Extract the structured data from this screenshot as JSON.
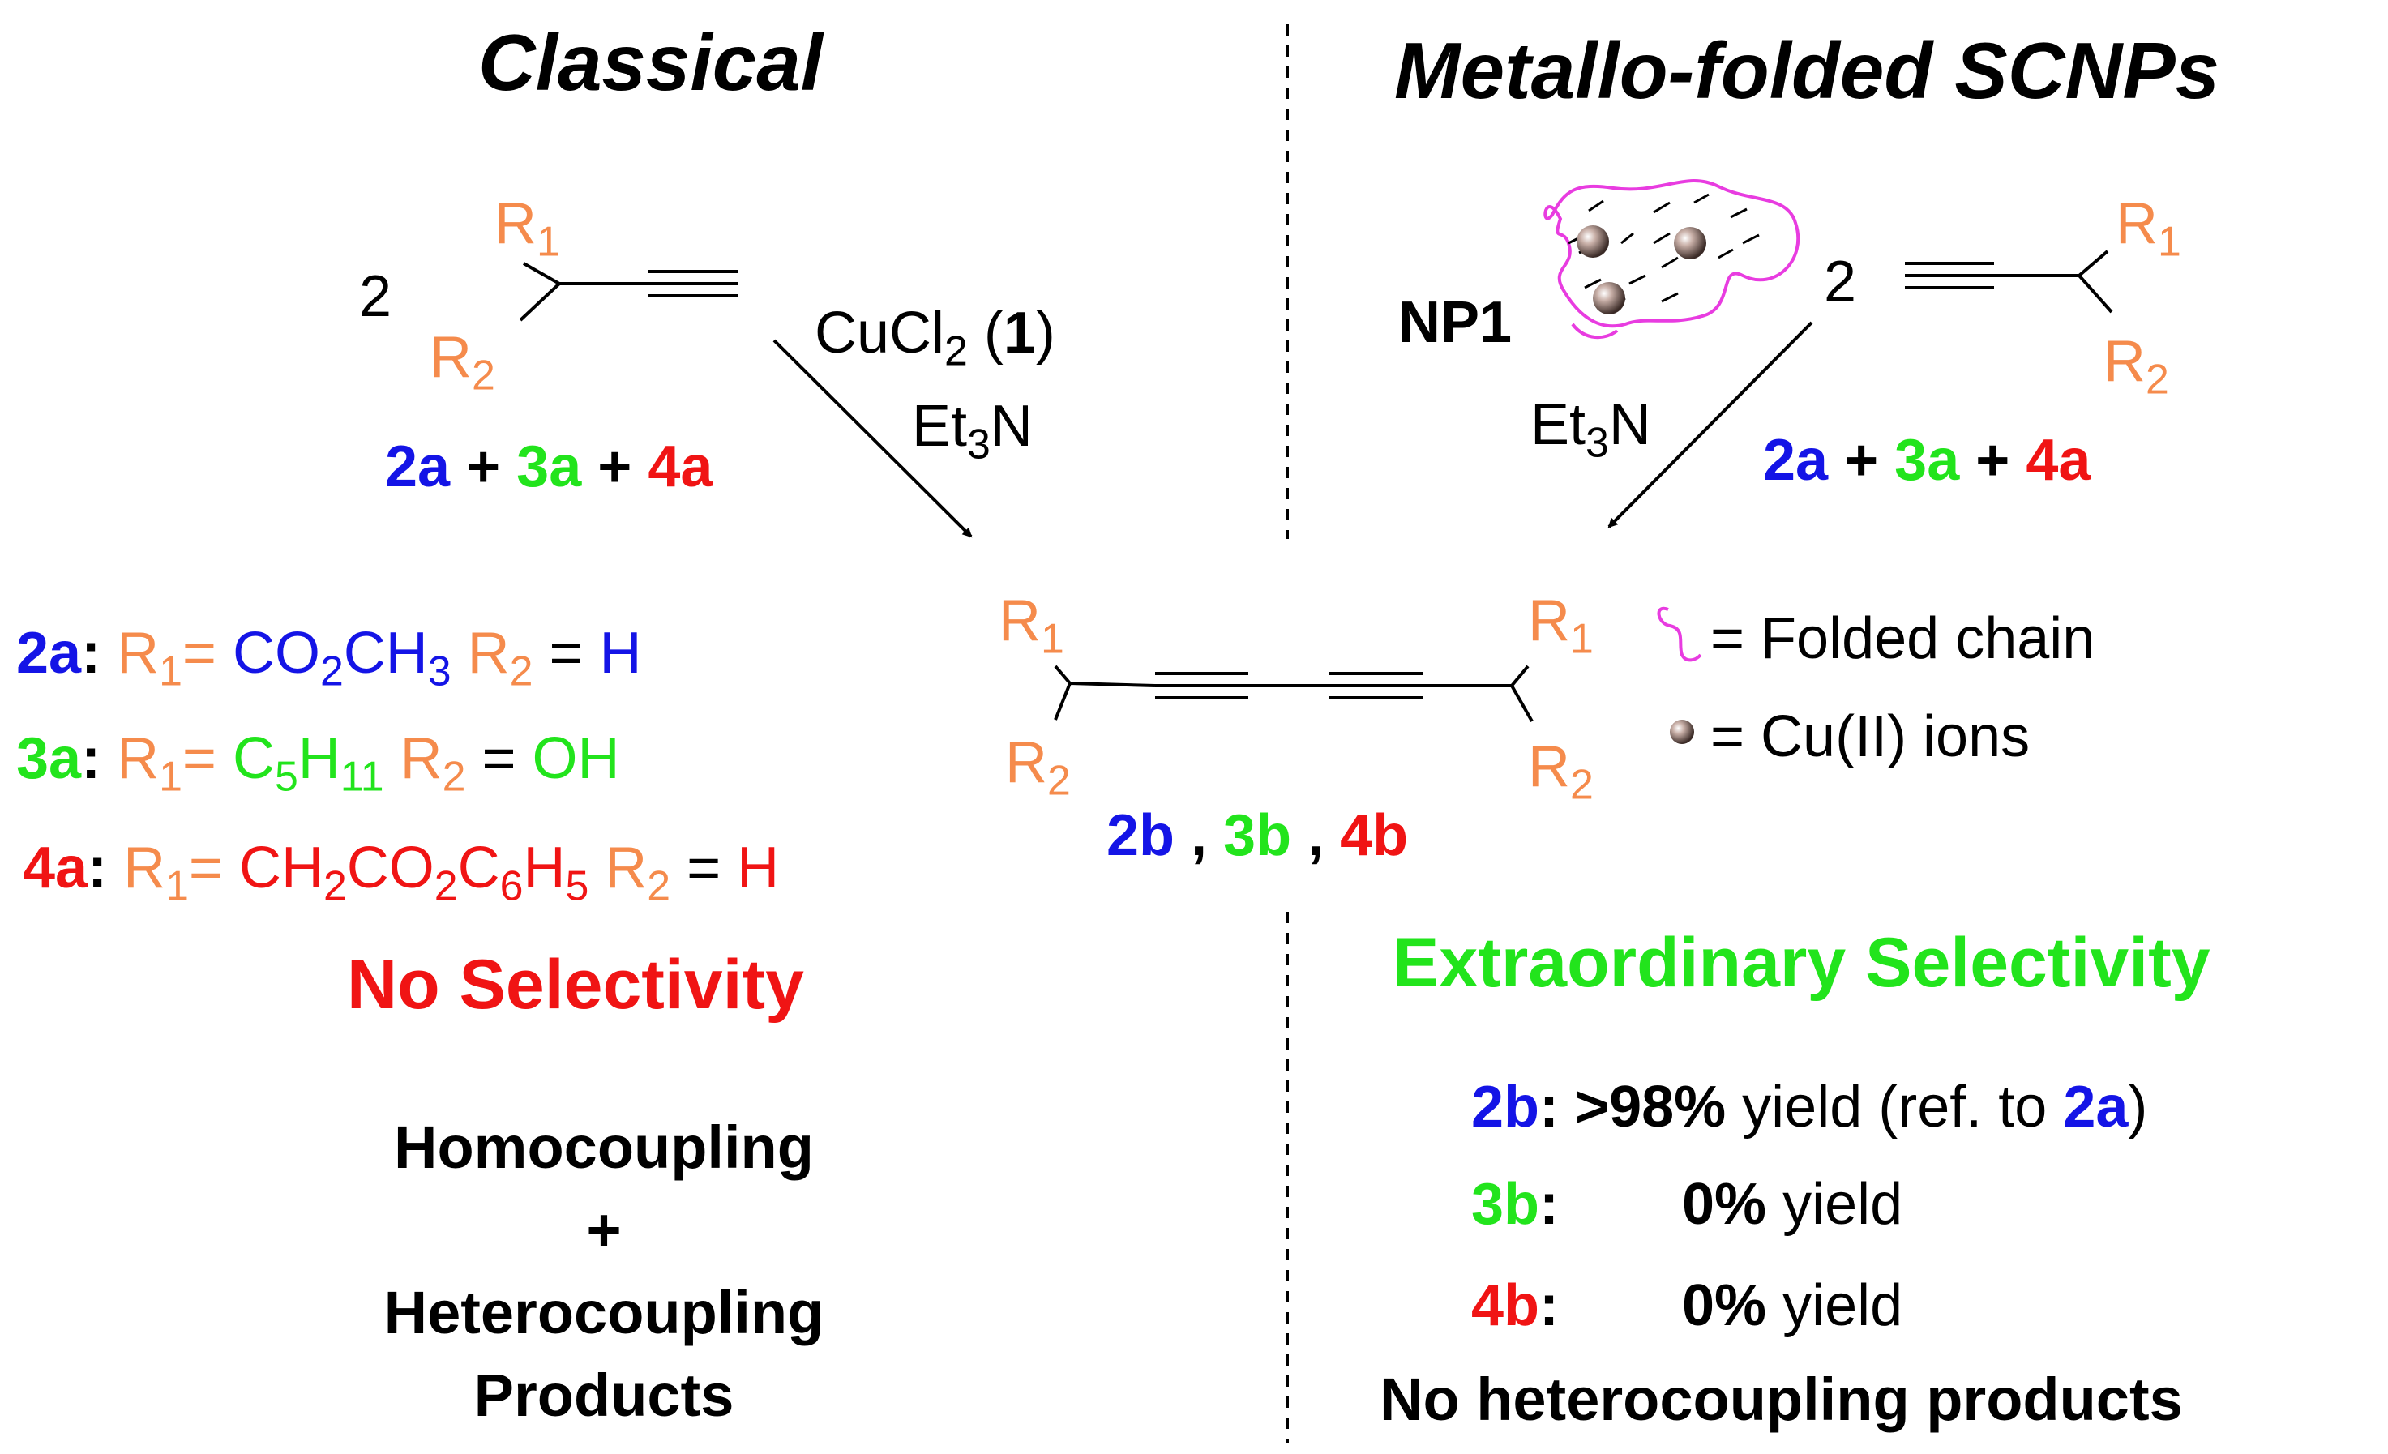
{
  "colors": {
    "substituent": "#F58B4C",
    "compound_2": "#1414E6",
    "compound_3": "#22E41C",
    "compound_4": "#F01414",
    "folded_chain": "#E83CE0",
    "cu_ion": "#7A5A50"
  },
  "left": {
    "title": "Classical",
    "coefficient": "2",
    "r1": "R",
    "r1_sub": "1",
    "r2": "R",
    "r2_sub": "2",
    "reagent_main": "CuCl",
    "reagent_sub": "2",
    "reagent_paren_open": " (",
    "reagent_cat": "1",
    "reagent_paren_close": ")",
    "base_main": "Et",
    "base_sub": "3",
    "base_tail": "N",
    "mix": {
      "c2": "2a",
      "plus1": " + ",
      "c3": "3a",
      "plus2": " + ",
      "c4": "4a"
    },
    "definitions": [
      {
        "label": "2a",
        "colon": ": ",
        "r1": "R",
        "r1_sub": "1",
        "eq1": "= ",
        "v1": [
          "CO",
          "2",
          "CH",
          "3",
          ""
        ],
        "r2": " R",
        "r2_sub": "2",
        "eq2": " = ",
        "v2": "H"
      },
      {
        "label": "3a",
        "colon": ": ",
        "r1": "R",
        "r1_sub": "1",
        "eq1": "= ",
        "v1": [
          "C",
          "5",
          "H",
          "11",
          ""
        ],
        "r2": " R",
        "r2_sub": "2",
        "eq2": " = ",
        "v2": "OH"
      },
      {
        "label": "4a",
        "colon": ": ",
        "r1": "R",
        "r1_sub": "1",
        "eq1": "= ",
        "v1": [
          "CH",
          "2",
          "CO",
          "2",
          "C",
          "6",
          "H",
          "5"
        ],
        "r2": " R",
        "r2_sub": "2",
        "eq2": " = ",
        "v2": "H"
      }
    ],
    "verdict": "No Selectivity",
    "outcome": [
      "Homocoupling",
      "+",
      "Heterocoupling",
      "Products"
    ]
  },
  "right": {
    "title": "Metallo-folded SCNPs",
    "catalyst": "NP1",
    "coefficient": "2",
    "base_main": "Et",
    "base_sub": "3",
    "base_tail": "N",
    "mix": {
      "c2": "2a",
      "plus1": " + ",
      "c3": "3a",
      "plus2": " + ",
      "c4": "4a"
    },
    "legend": [
      {
        "icon": "folded-chain-icon",
        "text": "= Folded chain"
      },
      {
        "icon": "cu-ion-icon",
        "text": "= Cu(II) ions"
      }
    ],
    "verdict": "Extraordinary Selectivity",
    "yields": [
      {
        "label": "2b",
        "colon": ":",
        "value": " >98%",
        "word": " yield (ref. to ",
        "ref": "2a",
        "close": ")"
      },
      {
        "label": "3b",
        "colon": ":",
        "value": "0%",
        "word": " yield"
      },
      {
        "label": "4b",
        "colon": ":",
        "value": "0%",
        "word": " yield"
      }
    ],
    "footer": "No heterocoupling products"
  },
  "center": {
    "r1": "R",
    "r1_sub": "1",
    "r2": "R",
    "r2_sub": "2",
    "products": {
      "c2": "2b",
      "sep1": " , ",
      "c3": "3b",
      "sep2": " , ",
      "c4": "4b"
    }
  }
}
